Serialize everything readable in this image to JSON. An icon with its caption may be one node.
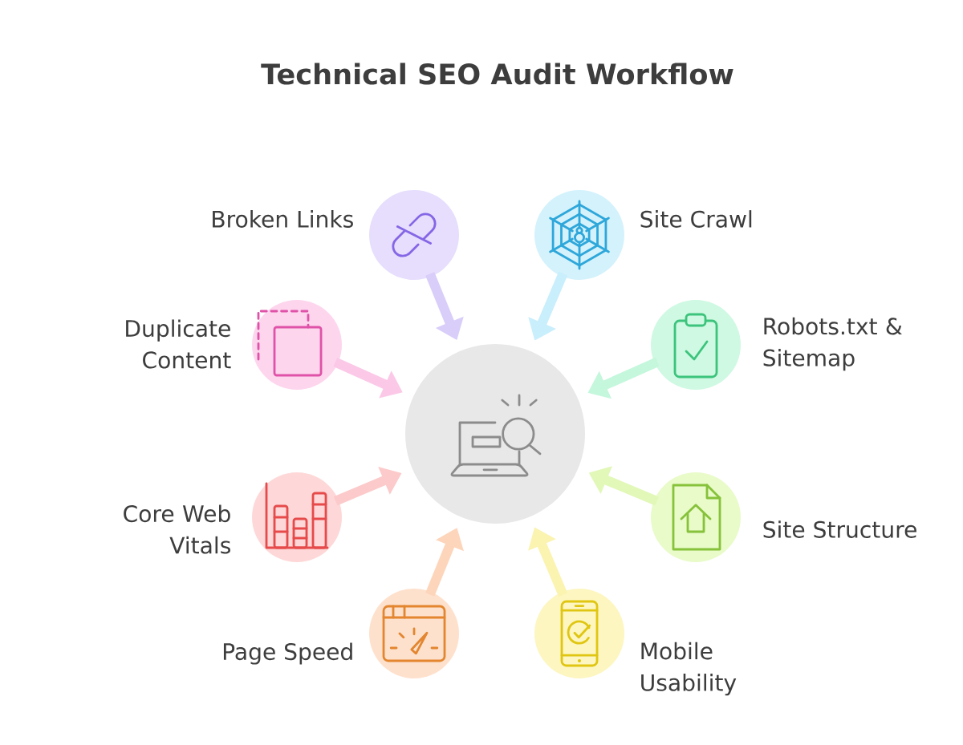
{
  "diagram": {
    "title": "Technical SEO Audit Workflow",
    "nodes": [
      {
        "text": [],
        "shape": "circle"
      },
      {
        "text": [],
        "shape": "circle",
        "beside": [
          "Broken Links"
        ]
      },
      {
        "text": [],
        "shape": "circle",
        "beside": [
          "Site Crawl"
        ]
      },
      {
        "text": [],
        "shape": "circle",
        "beside": [
          "Duplicate Content"
        ]
      },
      {
        "text": [],
        "shape": "circle",
        "beside": [
          "Robots.txt & Sitemap"
        ]
      },
      {
        "text": [],
        "shape": "circle",
        "beside": [
          "Core Web Vitals"
        ]
      },
      {
        "text": [],
        "shape": "circle",
        "beside": [
          "Site Structure"
        ]
      },
      {
        "text": [],
        "shape": "circle",
        "beside": [
          "Page Speed"
        ]
      },
      {
        "text": [],
        "shape": "circle",
        "beside": [
          "Mobile Usability"
        ]
      }
    ],
    "edges": [
      {
        "from": 1,
        "to": 0,
        "arrow": "to",
        "color": "#d9cdfa"
      },
      {
        "from": 2,
        "to": 0,
        "arrow": "to",
        "color": "#c9eefc"
      },
      {
        "from": 3,
        "to": 0,
        "arrow": "to",
        "color": "#fbc9e7"
      },
      {
        "from": 4,
        "to": 0,
        "arrow": "to",
        "color": "#c4f7dc"
      },
      {
        "from": 5,
        "to": 0,
        "arrow": "to",
        "color": "#fccaca"
      },
      {
        "from": 6,
        "to": 0,
        "arrow": "to",
        "color": "#e2f8b8"
      },
      {
        "from": 7,
        "to": 0,
        "arrow": "to",
        "color": "#fdd5bb"
      },
      {
        "from": 8,
        "to": 0,
        "arrow": "to",
        "color": "#fbf3b0"
      }
    ]
  }
}
